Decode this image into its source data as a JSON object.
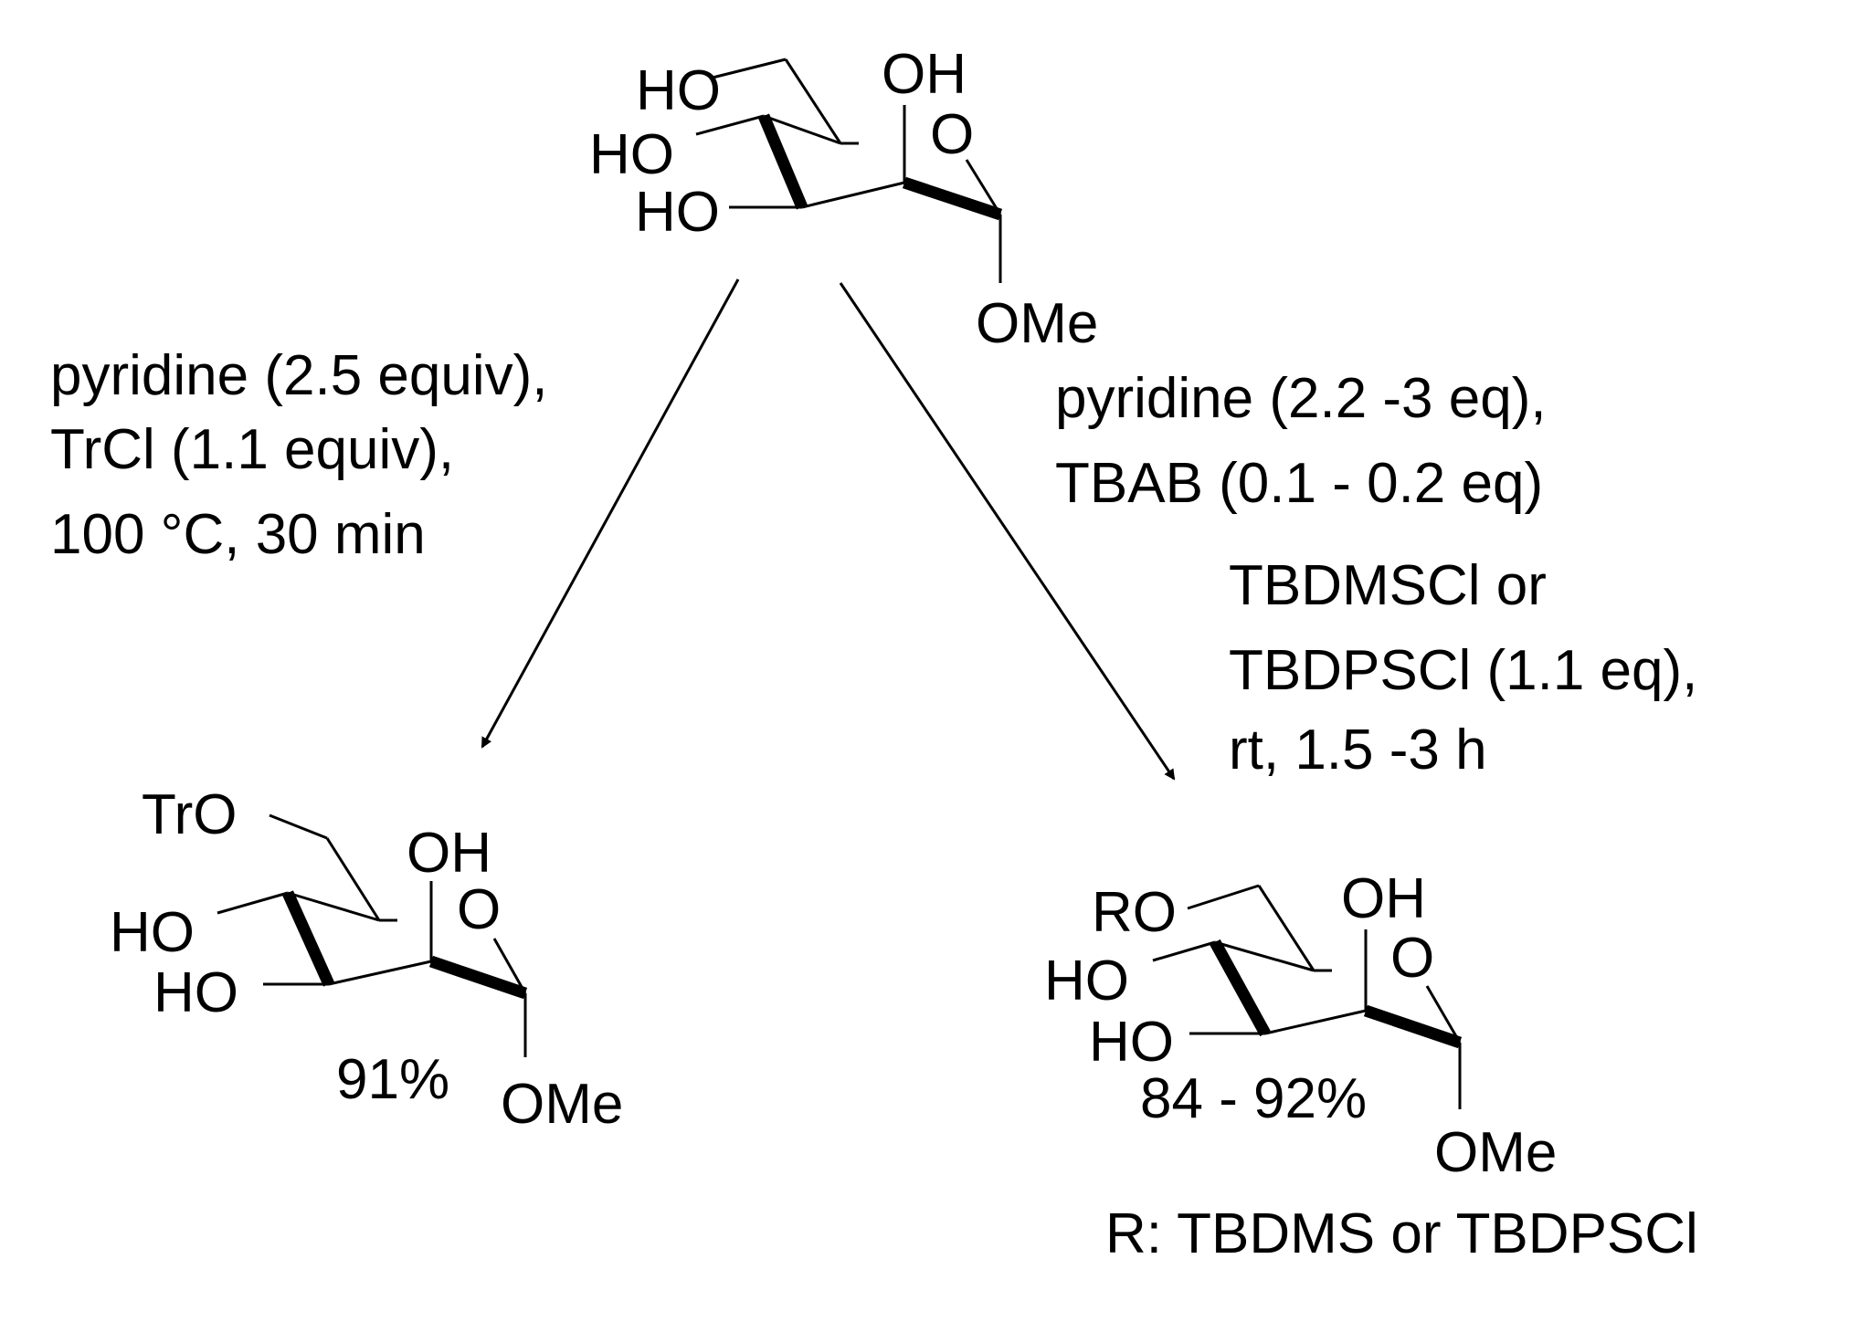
{
  "start_material": {
    "labels": {
      "ho_top": "HO",
      "oh_top": "OH",
      "ho_mid": "HO",
      "ring_o": "O",
      "ho_low": "HO",
      "ome": "OMe"
    }
  },
  "left_arrow": {
    "conditions": [
      "pyridine (2.5 equiv),",
      "TrCl (1.1  equiv),",
      "100 °C, 30 min"
    ]
  },
  "right_arrow": {
    "conditions": [
      "pyridine (2.2 -3 eq),",
      "TBAB (0.1 - 0.2 eq)"
    ],
    "conditions_lower": [
      "TBDMSCl or",
      "TBDPSCl (1.1 eq),",
      "rt, 1.5 -3 h"
    ]
  },
  "product_left": {
    "labels": {
      "tro": "TrO",
      "oh_top": "OH",
      "ring_o": "O",
      "ho_mid": "HO",
      "ho_low": "HO",
      "ome": "OMe"
    },
    "yield": "91%"
  },
  "product_right": {
    "labels": {
      "ro": "RO",
      "oh_top": "OH",
      "ring_o": "O",
      "ho_mid": "HO",
      "ho_low": "HO",
      "ome": "OMe"
    },
    "yield": "84 - 92%",
    "r_note": "R: TBDMS or TBDPSCl"
  }
}
